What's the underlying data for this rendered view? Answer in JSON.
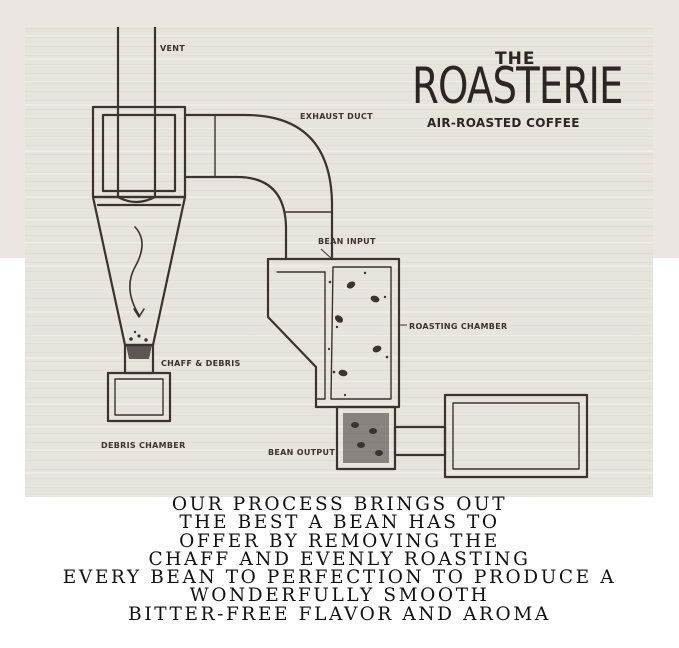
{
  "brand": {
    "the": "THE",
    "name": "ROASTERIE",
    "tagline": "AIR-ROASTED COFFEE"
  },
  "diagram": {
    "labels": {
      "vent": "VENT",
      "exhaust_duct": "EXHAUST DUCT",
      "bean_input": "BEAN INPUT",
      "roasting_chamber": "ROASTING CHAMBER",
      "chaff_debris": "CHAFF & DEBRIS",
      "debris_chamber": "DEBRIS CHAMBER",
      "bean_output": "BEAN OUTPUT"
    }
  },
  "caption": {
    "lines": [
      "OUR PROCESS BRINGS OUT",
      "THE BEST A BEAN HAS TO",
      "OFFER BY REMOVING THE",
      "CHAFF AND EVENLY ROASTING",
      "EVERY BEAN TO PERFECTION TO PRODUCE A",
      "WONDERFULLY SMOOTH",
      "BITTER-FREE FLAVOR AND AROMA"
    ]
  },
  "colors": {
    "ink": "#3a3330",
    "panel": "#e7e4dd",
    "band": "#ece6e2",
    "caption_text": "#111111"
  }
}
